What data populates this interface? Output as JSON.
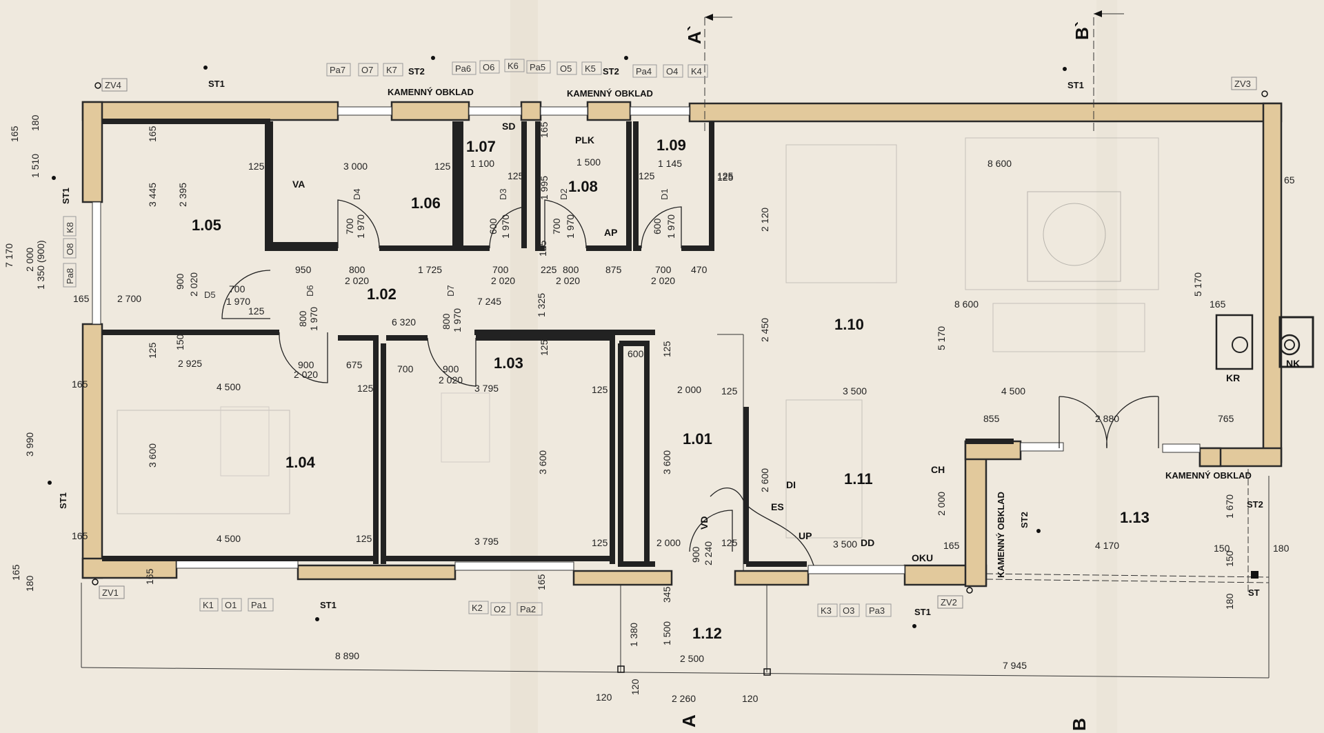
{
  "rooms": [
    {
      "id": "1.01",
      "label": "1.01"
    },
    {
      "id": "1.02",
      "label": "1.02"
    },
    {
      "id": "1.03",
      "label": "1.03"
    },
    {
      "id": "1.04",
      "label": "1.04"
    },
    {
      "id": "1.05",
      "label": "1.05"
    },
    {
      "id": "1.06",
      "label": "1.06"
    },
    {
      "id": "1.07",
      "label": "1.07"
    },
    {
      "id": "1.08",
      "label": "1.08"
    },
    {
      "id": "1.09",
      "label": "1.09"
    },
    {
      "id": "1.10",
      "label": "1.10"
    },
    {
      "id": "1.11",
      "label": "1.11"
    },
    {
      "id": "1.12",
      "label": "1.12"
    },
    {
      "id": "1.13",
      "label": "1.13"
    }
  ],
  "abbreviations": {
    "va": "VA",
    "sd": "SD",
    "plk": "PLK",
    "ap": "AP",
    "kr": "KR",
    "nk": "NK",
    "ch": "CH",
    "di": "DI",
    "es": "ES",
    "up": "UP",
    "dd": "DD",
    "oku": "OKU",
    "vd": "VD"
  },
  "wall_types": {
    "st1": "ST1",
    "st2": "ST2",
    "st": "ST"
  },
  "stone_cladding": "KAMENNÝ OBKLAD",
  "corners": [
    "ZV1",
    "ZV2",
    "ZV3",
    "ZV4"
  ],
  "window_tags": {
    "top_left": [
      "Pa7",
      "O7",
      "K7"
    ],
    "top_mid": [
      "Pa6",
      "O6",
      "K6"
    ],
    "top_right": [
      "Pa5",
      "O5",
      "K5"
    ],
    "top_far": [
      "Pa4",
      "O4",
      "K4"
    ],
    "left": [
      "K8",
      "O8",
      "Pa8"
    ],
    "bottom_left": [
      "K1",
      "O1",
      "Pa1"
    ],
    "bottom_mid": [
      "K2",
      "O2",
      "Pa2"
    ],
    "bottom_right": [
      "K3",
      "O3",
      "Pa3"
    ]
  },
  "doors": [
    "D1",
    "D2",
    "D3",
    "D4",
    "D5",
    "D6",
    "D7"
  ],
  "sections": {
    "a_top": "A`",
    "b_top": "B`",
    "a_bottom": "A",
    "b_bottom": "B"
  },
  "dims": {
    "d165a": "165",
    "d180a": "180",
    "d1510": "1 510",
    "d7170": "7 170",
    "d2000": "2 000",
    "d1350": "1 350 (900)",
    "d3990": "3 990",
    "d165b": "165",
    "d180b": "180",
    "r105_165": "165",
    "r105_3445": "3 445",
    "r105_2395": "2 395",
    "r105_125": "125",
    "r105_900": "900",
    "r105_2020": "2 020",
    "r105_165b": "165",
    "r105_2700": "2 700",
    "d5_700": "700",
    "d5_1970": "1 970",
    "d5_125": "125",
    "r106_3000": "3 000",
    "r106_125": "125",
    "r106_700": "700",
    "r106_1970": "1 970",
    "r107_1100": "1 100",
    "r107_125": "125",
    "r107_600": "600",
    "r107_1970": "1 970",
    "r108_165": "165",
    "r108_1500": "1 500",
    "r108_1995": "1 995",
    "r108_700": "700",
    "r108_1970": "1 970",
    "r109_1145": "1 145",
    "r109_125": "125",
    "r109_600": "600",
    "r109_1970": "1 970",
    "r109_125b": "125",
    "c_950": "950",
    "c_800": "800",
    "c_2020a": "2 020",
    "c_1725": "1 725",
    "c_700": "700",
    "c_2020b": "2 020",
    "c_225": "225",
    "c_800b": "800",
    "c_2020c": "2 020",
    "c_875": "875",
    "c_700b": "700",
    "c_2020d": "2 020",
    "c_470": "470",
    "c_7245": "7 245",
    "c_6320": "6 320",
    "c_1325": "1 325",
    "c_125": "125",
    "d6_800": "800",
    "d6_1970": "1 970",
    "d7_800": "800",
    "d7_1970": "1 970",
    "r104_125": "125",
    "r104_150": "150",
    "r104_2925": "2 925",
    "r104_900": "900",
    "r104_2020": "2 020",
    "r104_675": "675",
    "r104_4500": "4 500",
    "r104_125b": "125",
    "r104_165": "165",
    "r104_3600": "3 600",
    "r104_4500b": "4 500",
    "r104_125c": "125",
    "r104_165b": "165",
    "r104_165c": "165",
    "r103_700": "700",
    "r103_900": "900",
    "r103_2020": "2 020",
    "r103_3795": "3 795",
    "r103_125": "125",
    "r103_3600": "3 600",
    "r103_3795b": "3 795",
    "r103_125b": "125",
    "r103_125c": "125",
    "r101_600": "600",
    "r101_125": "125",
    "r101_2000": "2 000",
    "r101_125b": "125",
    "r101_3600": "3 600",
    "r101_2000b": "2 000",
    "r101_900": "900",
    "r101_2240": "2 240",
    "r101_125c": "125",
    "r110_2120": "2 120",
    "r110_2450": "2 450",
    "r110_8600": "8 600",
    "r110_8600b": "8 600",
    "r110_165": "165",
    "r110_5170": "5 170",
    "r110_5170b": "5 170",
    "r110_125": "125",
    "r110_65": "65",
    "r111_3500": "3 500",
    "r111_4500": "4 500",
    "r111_855": "855",
    "r111_2880": "2 880",
    "r111_765": "765",
    "r111_2600": "2 600",
    "r111_2000": "2 000",
    "r111_3500b": "3 500",
    "r111_165": "165",
    "r113_1670": "1 670",
    "r113_4170": "4 170",
    "r113_150": "150",
    "r113_150b": "150",
    "r113_180": "180",
    "r113_180b": "180",
    "r112_345": "345",
    "r112_1380": "1 380",
    "r112_1500": "1 500",
    "r112_2500": "2 500",
    "r112_120a": "120",
    "r112_120b": "120",
    "r112_2260": "2 260",
    "r112_120c": "120",
    "tot_8890": "8 890",
    "tot_7945": "7 945",
    "b_165": "165"
  }
}
